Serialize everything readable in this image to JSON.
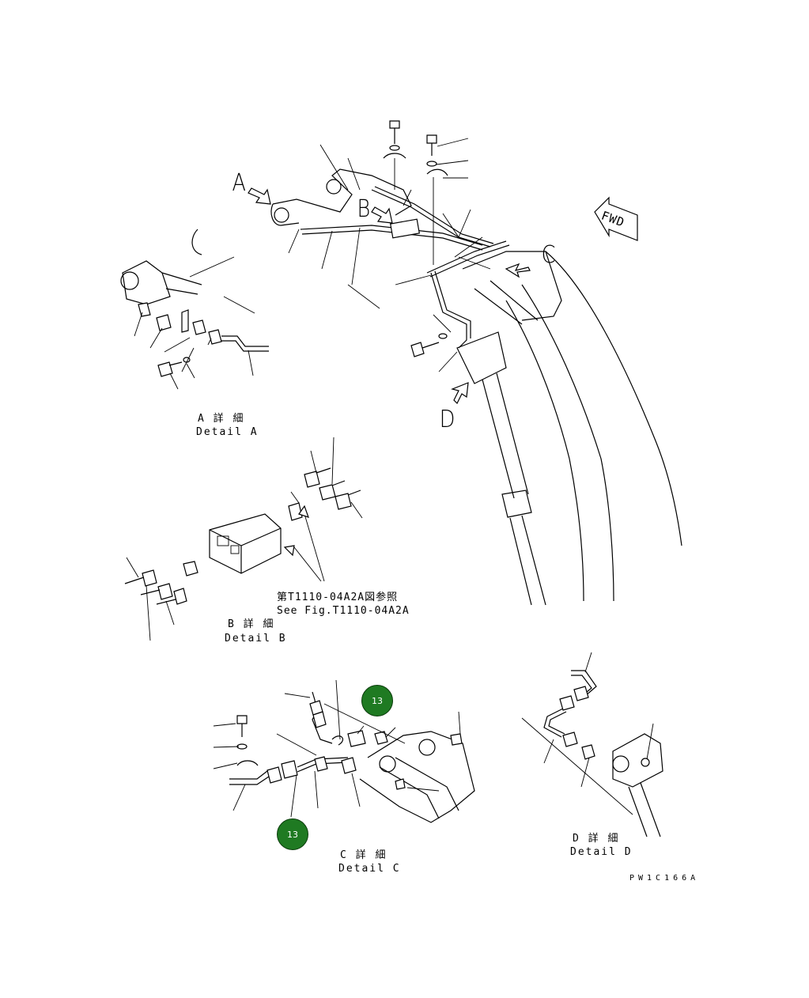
{
  "callouts": {
    "A": "A",
    "B": "B",
    "C": "C",
    "D": "D"
  },
  "fwd_label": "FWD",
  "details": {
    "a_jp": "A 詳 細",
    "a_en": "Detail A",
    "b_jp": "B 詳 細",
    "b_en": "Detail B",
    "c_jp": "C 詳 細",
    "c_en": "Detail C",
    "d_jp": "D 詳 細",
    "d_en": "Detail D"
  },
  "reference": {
    "jp": "第T1110-04A2A図参照",
    "en": "See Fig.T1110-04A2A"
  },
  "badges": [
    "13",
    "13"
  ],
  "drawing_code": "PW1C166A",
  "colors": {
    "badge_fill": "#1f7a22",
    "line": "#000000"
  }
}
